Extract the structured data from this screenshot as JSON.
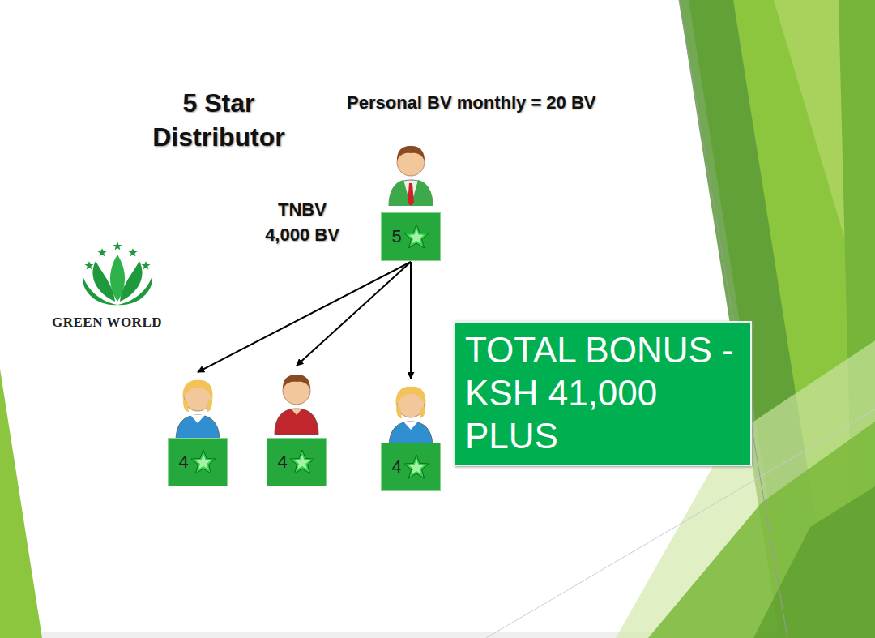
{
  "diagram": {
    "title": "5 Star Distributor",
    "nodes": [
      {
        "text": [
          "5"
        ]
      },
      {
        "text": [
          "4"
        ]
      },
      {
        "text": [
          "4"
        ]
      },
      {
        "text": [
          "4"
        ]
      },
      {
        "text": [
          "TOTAL BONUS - KSH 41,000 PLUS"
        ]
      }
    ],
    "edges": [
      {
        "from": 0,
        "to": 1,
        "arrow": "to"
      },
      {
        "from": 0,
        "to": 2,
        "arrow": "to"
      },
      {
        "from": 0,
        "to": 3,
        "arrow": "to"
      }
    ],
    "labels": [
      "Personal BV monthly = 20 BV",
      "TNBV 4,000 BV",
      "GREEN WORLD"
    ]
  }
}
